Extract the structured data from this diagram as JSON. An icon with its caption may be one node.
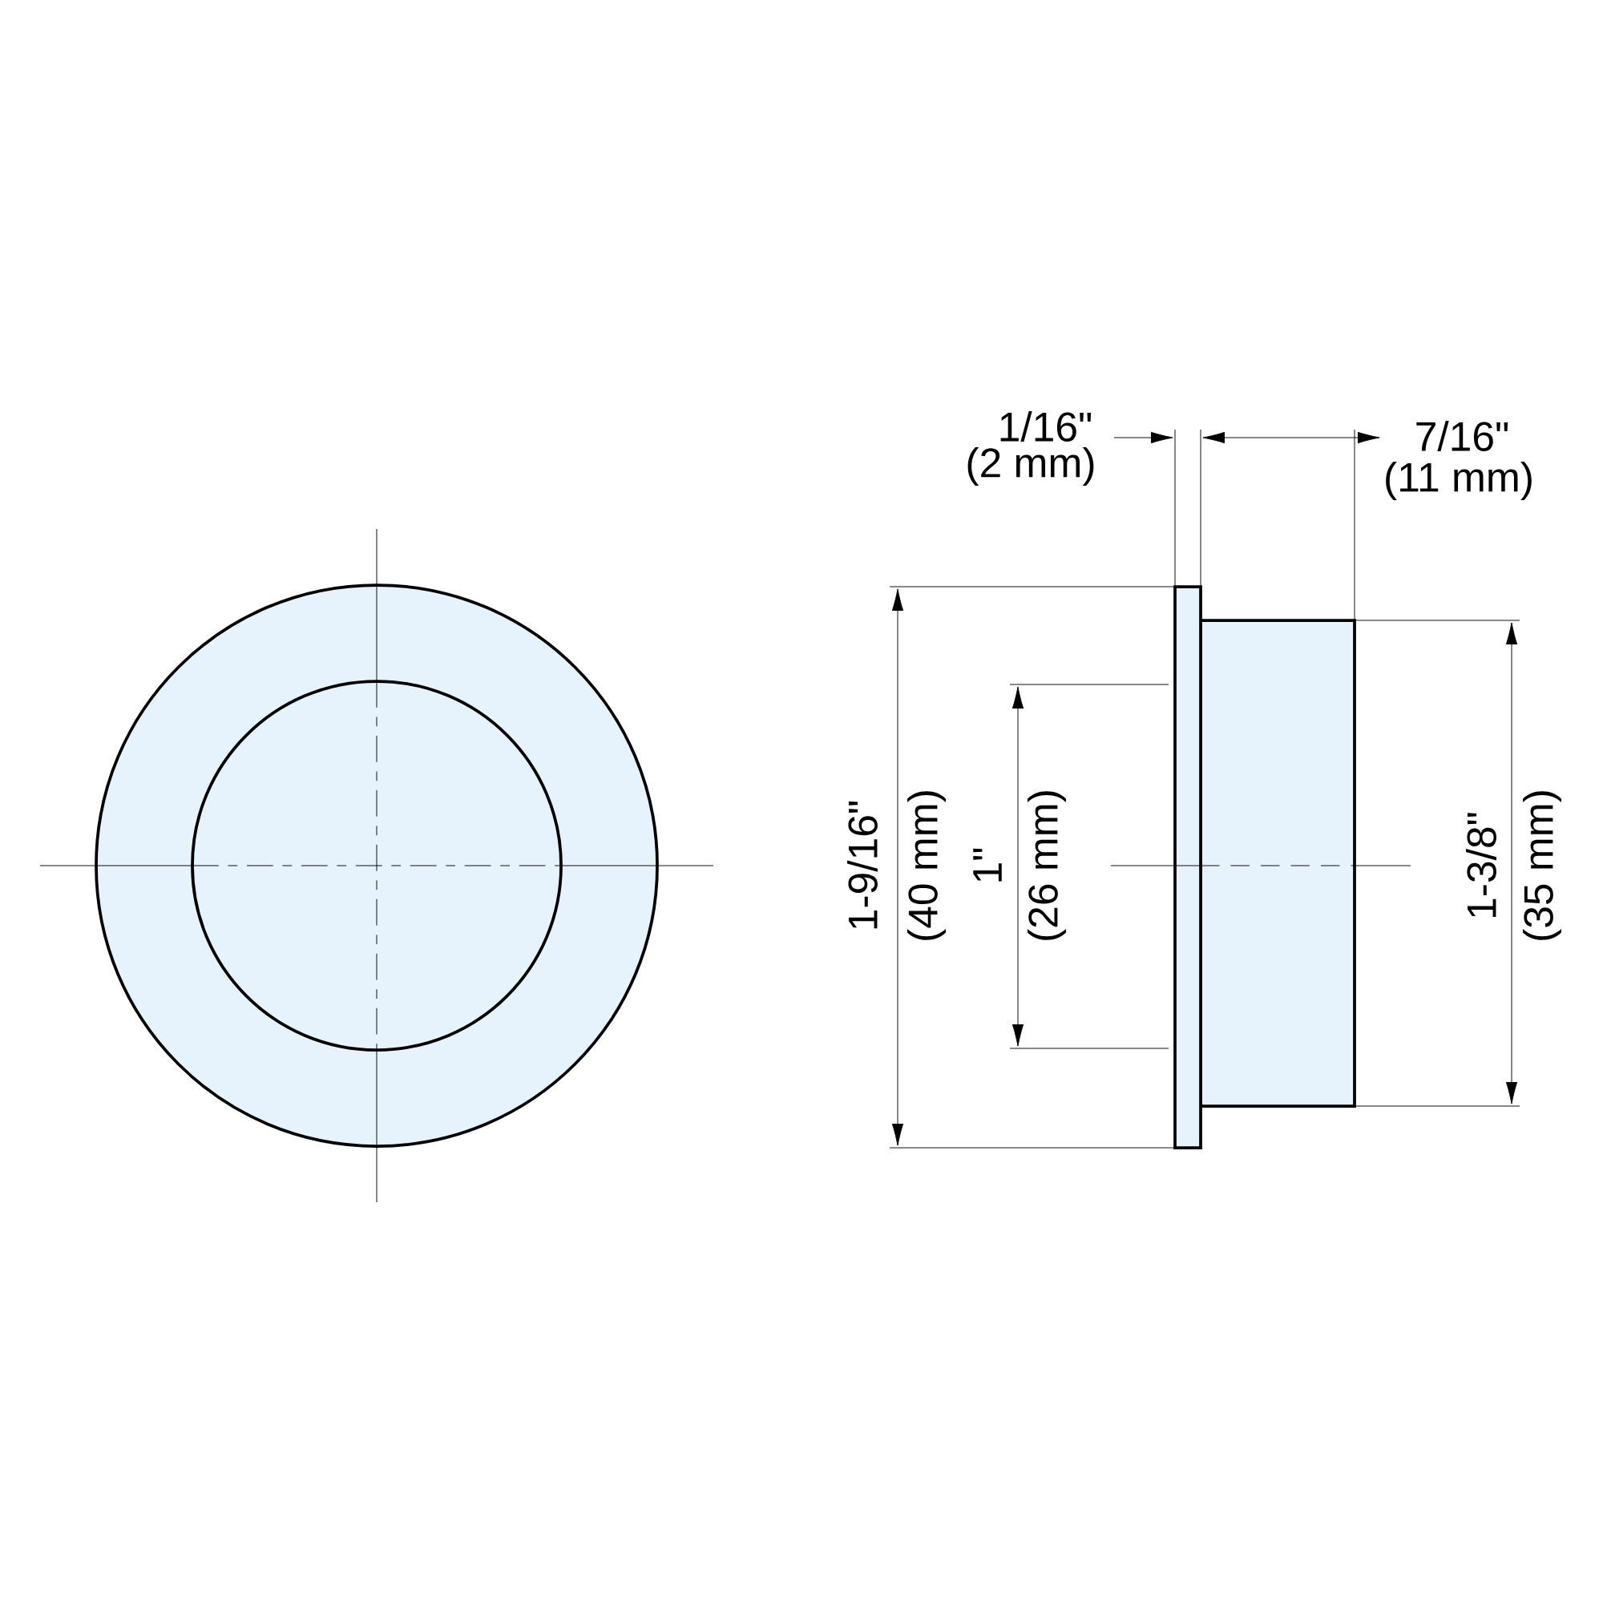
{
  "diagram": {
    "labels": [
      "1/16\"",
      "(2 mm)",
      "7/16\"",
      "(11 mm)",
      "1-9/16\"",
      "(40 mm)",
      "1\"",
      "(26 mm)",
      "1-3/8\"",
      "(35 mm)"
    ]
  }
}
